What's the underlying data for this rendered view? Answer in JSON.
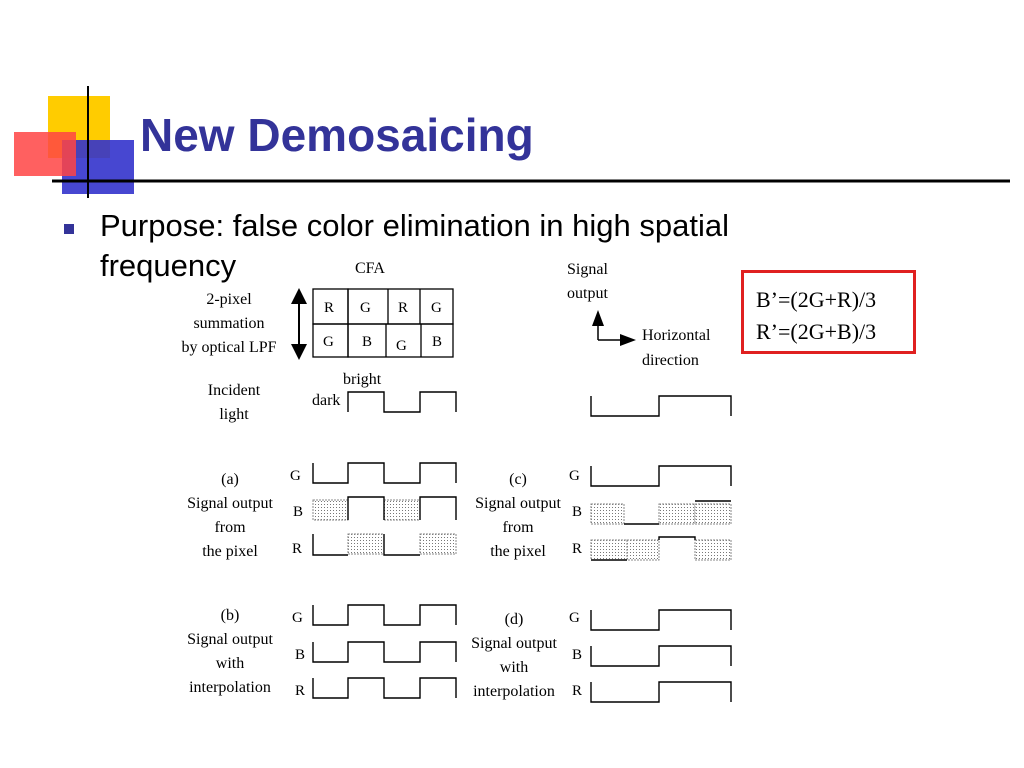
{
  "title": "New Demosaicing",
  "bullet": "Purpose: false color elimination in high spatial frequency",
  "colors": {
    "title": "#333399",
    "bullet": "#333399",
    "box_border": "#e02020"
  },
  "formulas": [
    "B’=(2G+R)/3",
    "R’=(2G+B)/3"
  ],
  "diagram": {
    "cfa_label": "CFA",
    "cfa_rows": [
      [
        "R",
        "G",
        "R",
        "G"
      ],
      [
        "G",
        "B",
        "G",
        "B"
      ]
    ],
    "pixel_summation": [
      "2-pixel",
      "summation",
      "by optical LPF"
    ],
    "incident_light": [
      "Incident",
      "light"
    ],
    "bright": "bright",
    "dark": "dark",
    "signal_output": [
      "Signal",
      "output"
    ],
    "horizontal_direction": [
      "Horizontal",
      "direction"
    ],
    "panel_a": [
      "(a)",
      "Signal output",
      "from",
      "the pixel"
    ],
    "panel_b": [
      "(b)",
      "Signal output",
      "with",
      "interpolation"
    ],
    "panel_c": [
      "(c)",
      "Signal output",
      "from",
      "the pixel"
    ],
    "panel_d": [
      "(d)",
      "Signal output",
      "with",
      "interpolation"
    ],
    "channel_g": "G",
    "channel_b": "B",
    "channel_r": "R"
  }
}
